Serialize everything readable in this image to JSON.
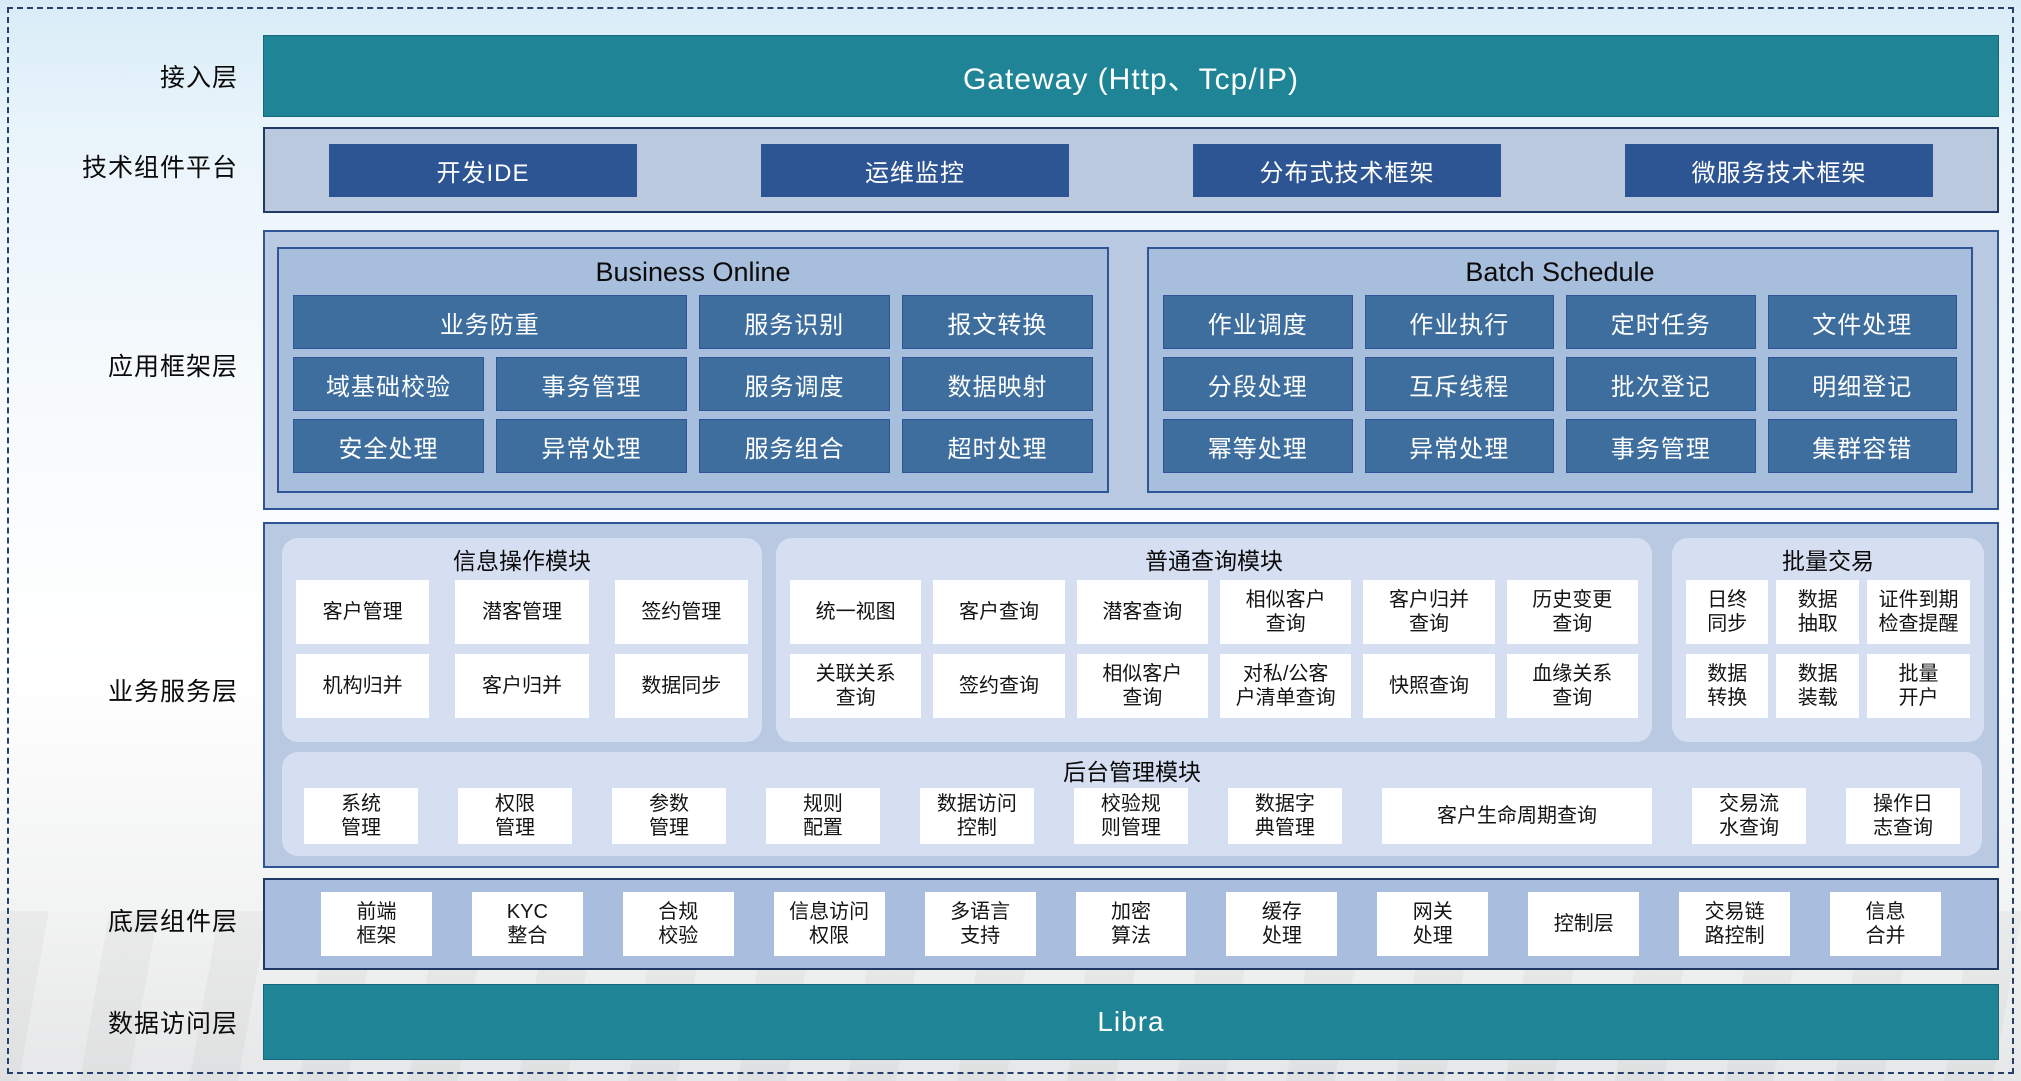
{
  "colors": {
    "teal": "#1e8496",
    "navy_border": "#1f3864",
    "blue_button": "#2e5593",
    "steel_button": "#3e6e9e",
    "band_fill": "#b9c9e1",
    "panel_fill": "#a8bedd",
    "module_fill": "#d6dff2",
    "cell_fill": "#ffffff"
  },
  "access_layer": {
    "label": "接入层",
    "gateway": "Gateway (Http、Tcp/IP)"
  },
  "tech_layer": {
    "label": "技术组件平台",
    "items": [
      "开发IDE",
      "运维监控",
      "分布式技术框架",
      "微服务技术框架"
    ]
  },
  "app_layer": {
    "label": "应用框架层",
    "business_online": {
      "title": "Business Online",
      "row1_wide": "业务防重",
      "row1_rest": [
        "服务识别",
        "报文转换"
      ],
      "row2": [
        "域基础校验",
        "事务管理",
        "服务调度",
        "数据映射"
      ],
      "row3": [
        "安全处理",
        "异常处理",
        "服务组合",
        "超时处理"
      ]
    },
    "batch_schedule": {
      "title": "Batch Schedule",
      "rows": [
        [
          "作业调度",
          "作业执行",
          "定时任务",
          "文件处理"
        ],
        [
          "分段处理",
          "互斥线程",
          "批次登记",
          "明细登记"
        ],
        [
          "幂等处理",
          "异常处理",
          "事务管理",
          "集群容错"
        ]
      ]
    }
  },
  "service_layer": {
    "label": "业务服务层",
    "info_module": {
      "title": "信息操作模块",
      "rows": [
        [
          "客户管理",
          "潜客管理",
          "签约管理"
        ],
        [
          "机构归并",
          "客户归并",
          "数据同步"
        ]
      ]
    },
    "query_module": {
      "title": "普通查询模块",
      "rows": [
        [
          "统一视图",
          "客户查询",
          "潜客查询",
          "相似客户\n查询",
          "客户归并\n查询",
          "历史变更\n查询"
        ],
        [
          "关联关系\n查询",
          "签约查询",
          "相似客户\n查询",
          "对私/公客\n户清单查询",
          "快照查询",
          "血缘关系\n查询"
        ]
      ]
    },
    "batch_module": {
      "title": "批量交易",
      "rows": [
        [
          "日终\n同步",
          "数据\n抽取",
          "证件到期\n检查提醒"
        ],
        [
          "数据\n转换",
          "数据\n装载",
          "批量\n开户"
        ]
      ]
    },
    "admin_module": {
      "title": "后台管理模块",
      "items_left": [
        "系统\n管理",
        "权限\n管理",
        "参数\n管理",
        "规则\n配置",
        "数据访问\n控制",
        "校验规\n则管理",
        "数据字\n典管理"
      ],
      "wide_item": "客户生命周期查询",
      "items_right": [
        "交易流\n水查询",
        "操作日\n志查询"
      ]
    }
  },
  "component_layer": {
    "label": "底层组件层",
    "items": [
      "前端\n框架",
      "KYC\n整合",
      "合规\n校验",
      "信息访问\n权限",
      "多语言\n支持",
      "加密\n算法",
      "缓存\n处理",
      "网关\n处理",
      "控制层",
      "交易链\n路控制",
      "信息\n合并"
    ]
  },
  "data_layer": {
    "label": "数据访问层",
    "bar": "Libra"
  }
}
